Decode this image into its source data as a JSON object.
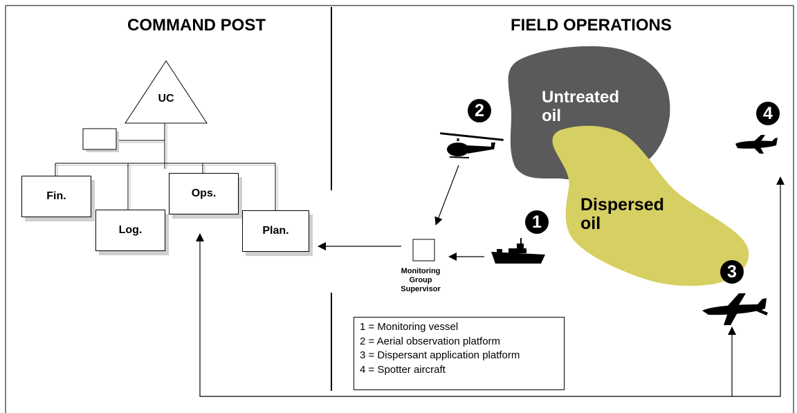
{
  "headers": {
    "command_post": "COMMAND POST",
    "field_operations": "FIELD OPERATIONS"
  },
  "org_chart": {
    "uc": "UC",
    "finance": "Fin.",
    "logistics": "Log.",
    "operations": "Ops.",
    "planning": "Plan."
  },
  "monitoring_group_supervisor": [
    "Monitoring",
    "Group",
    "Supervisor"
  ],
  "slicks": {
    "untreated": [
      "Untreated",
      "oil"
    ],
    "dispersed": [
      "Dispersed",
      "oil"
    ],
    "colors": {
      "untreated": "#5a5a5a",
      "dispersed": "#d6cf62"
    }
  },
  "markers": [
    "1",
    "2",
    "3",
    "4"
  ],
  "platforms": {
    "1": "ship-icon",
    "2": "helicopter-icon",
    "3": "dispersant-aircraft-icon",
    "4": "spotter-aircraft-icon"
  },
  "legend": [
    "1 = Monitoring vessel",
    "2 = Aerial observation platform",
    "3 = Dispersant application platform",
    "4 = Spotter aircraft"
  ]
}
